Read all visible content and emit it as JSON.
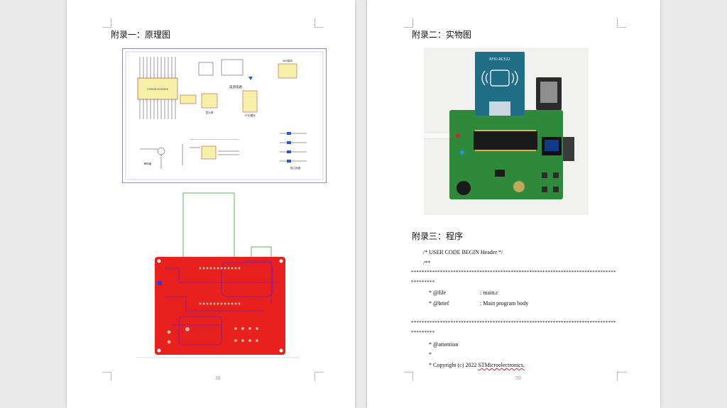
{
  "left_page": {
    "heading": "附录一：原理图",
    "page_number": "38",
    "schematic": {
      "label_center": "电源电路",
      "label_wifi": "WiFi模块",
      "label_oled": "显示屏",
      "label_rfid": "RFID模块",
      "label_buzzer": "蜂鸣器",
      "label_keys": "独立按键",
      "label_stm": "STM32F103C8T6"
    }
  },
  "right_page": {
    "heading_photo": "附录二：实物图",
    "heading_code": "附录三：程序",
    "page_number": "39",
    "photo": {
      "rfid_text": "RFID-RC522",
      "colors": {
        "board": "#2e8a3a",
        "rfid": "#1f6e86",
        "oled": "#123a8a"
      }
    },
    "code_lines": [
      "/* USER CODE BEGIN Header */",
      "/**",
      "******************************************************************************",
      "*********",
      "* @file",
      ": main.c",
      "* @brief",
      ": Main program body",
      "******************************************************************************",
      "*********",
      "* @attention",
      "*",
      "* Copyright (c) 2022 ",
      "STMicroelectronics."
    ]
  }
}
